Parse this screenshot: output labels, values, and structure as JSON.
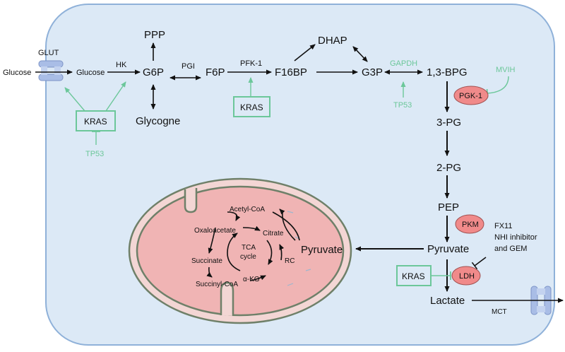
{
  "colors": {
    "cell_fill": "#dce9f6",
    "cell_stroke": "#8fb1d9",
    "mito_outer": "#f3d6d4",
    "mito_inner": "#f0b4b4",
    "mito_stroke": "#6f8069",
    "enzyme_fill": "#f08a8a",
    "regulator_green": "#6cc79a",
    "arrow": "#111111"
  },
  "icons": {
    "glut_transporter": "membrane-channel-icon",
    "mct_transporter": "membrane-channel-icon"
  },
  "labels": {
    "glucose_out": "Glucose",
    "glut": "GLUT",
    "glucose_in": "Glucose",
    "hk": "HK",
    "g6p": "G6P",
    "ppp": "PPP",
    "glycogne": "Glycogne",
    "pgi": "PGI",
    "f6p": "F6P",
    "pfk1": "PFK-1",
    "f16bp": "F16BP",
    "dhap": "DHAP",
    "g3p": "G3P",
    "gapdh": "GAPDH",
    "tp53_g3p": "TP53",
    "bpg13": "1,3-BPG",
    "mvih": "MVIH",
    "pgk1": "PGK-1",
    "pg3": "3-PG",
    "pg2": "2-PG",
    "pep": "PEP",
    "pkm": "PKM",
    "pyruvate": "Pyruvate",
    "fx11_line1": "FX11",
    "fx11_line2": "NHI inhibitor",
    "fx11_line3": "and GEM",
    "ldh": "LDH",
    "lactate": "Lactate",
    "mct": "MCT",
    "kras_glucose": "KRAS",
    "tp53_kras": "TP53",
    "kras_pfk": "KRAS",
    "kras_ldh": "KRAS",
    "mito_pyruvate": "Pyruvate",
    "acetyl_coa": "Acetyl-CoA",
    "oxaloacetate": "Oxaloacetate",
    "citrate": "Citrate",
    "tca_line1": "TCA",
    "tca_line2": "cycle",
    "succinate": "Succinate",
    "rc": "RC",
    "akg": "α-KG",
    "succinyl_coa": "Succinyl-CoA"
  }
}
